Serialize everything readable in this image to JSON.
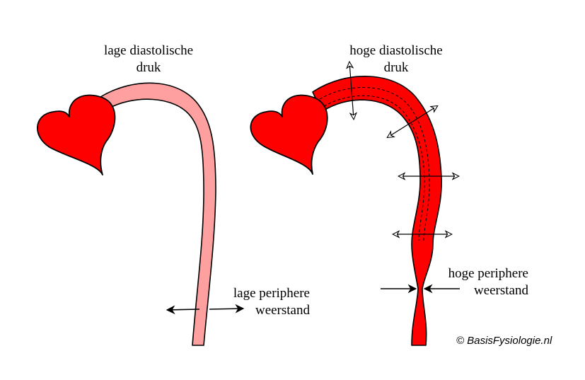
{
  "left_panel": {
    "title_line1": "lage diastolische",
    "title_line2": "druk",
    "resistance_line1": "lage periphere",
    "resistance_line2": "weerstand"
  },
  "right_panel": {
    "title_line1": "hoge diastolische",
    "title_line2": "druk",
    "resistance_line1": "hoge periphere",
    "resistance_line2": "weerstand"
  },
  "copyright": "©  BasisFysiologie.nl",
  "colors": {
    "heart": "#ff0000",
    "low_pressure_vessel": "#ffa0a0",
    "high_pressure_vessel": "#ff0000",
    "outline": "#000000"
  }
}
